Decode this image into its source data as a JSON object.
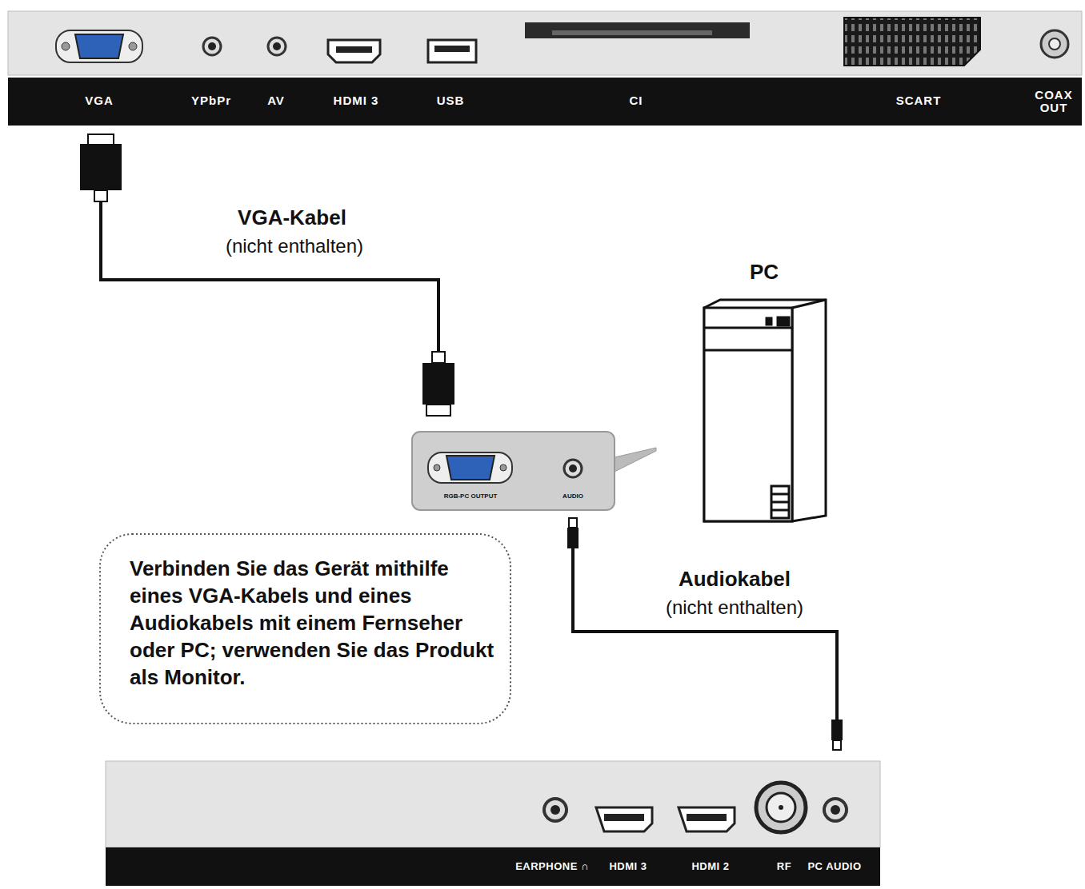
{
  "diagram": {
    "nodes": [
      {
        "text": [
          "Verbinden Sie das Gerät mithilfe eines VGA-Kabels und eines Audiokabels mit einem Fernseher oder PC; verwenden Sie das Produkt als Monitor."
        ]
      },
      {
        "text": [
          "RGB-PC OUTPUT",
          "AUDIO"
        ]
      },
      {
        "text": [
          "PC"
        ]
      }
    ],
    "labels": [
      "VGA",
      "YPbPr",
      "AV",
      "HDMI 3",
      "USB",
      "CI",
      "SCART",
      "COAX OUT",
      "VGA-Kabel",
      "(nicht enthalten)",
      "Audiokabel",
      "(nicht enthalten)",
      "EARPHONE ∩",
      "HDMI 3",
      "HDMI 2",
      "RF",
      "PC AUDIO"
    ]
  }
}
